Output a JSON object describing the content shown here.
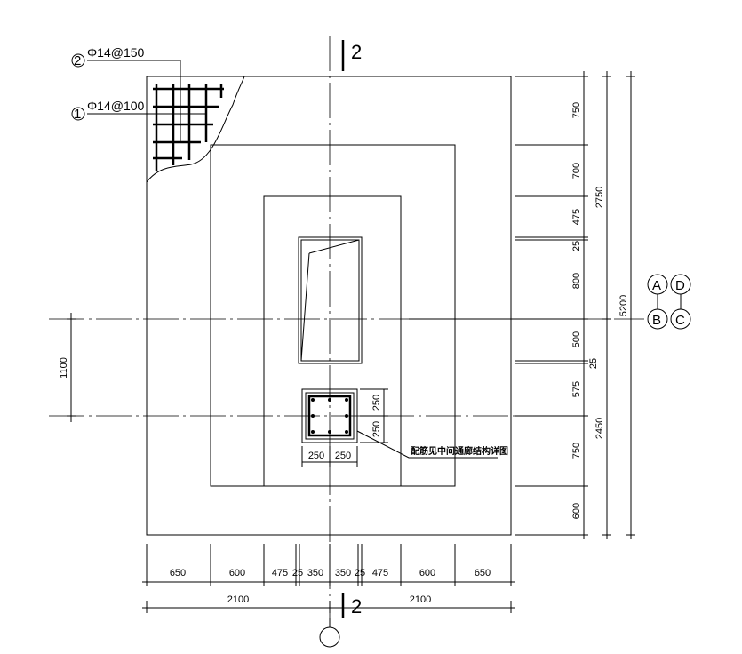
{
  "section": {
    "top": "2",
    "bottom": "2"
  },
  "rebar": [
    {
      "mark": "2",
      "spec": "Φ14@150"
    },
    {
      "mark": "1",
      "spec": "Φ14@100"
    }
  ],
  "axes": [
    "A",
    "D",
    "B",
    "C"
  ],
  "bottom_dims_1": [
    "650",
    "600",
    "475",
    "25",
    "350",
    "350",
    "25",
    "475",
    "600",
    "650"
  ],
  "bottom_dims_2": [
    "2100",
    "2100"
  ],
  "right_dims_1": [
    "750",
    "700",
    "475",
    "25",
    "800",
    "500",
    "25",
    "575",
    "750",
    "600"
  ],
  "right_dims_2": [
    "2750",
    "2450"
  ],
  "right_dims_3": [
    "5200"
  ],
  "left_dim": "1100",
  "col_dims": {
    "h1": "250",
    "h2": "250",
    "v1": "250",
    "v2": "250"
  },
  "note": "配筋见中间通廊结构详图"
}
